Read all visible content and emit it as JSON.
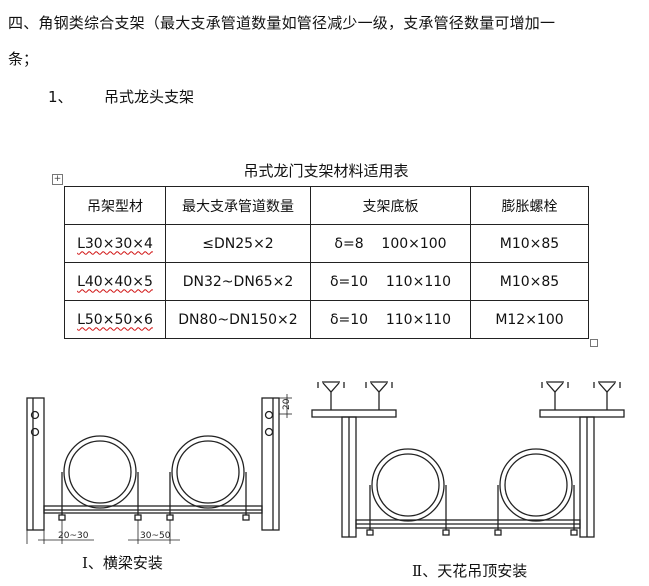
{
  "doc": {
    "line1": "四、角钢类综合支架（最大支承管道数量如管径减少一级，支承管径数量可增加一",
    "line2": "条；",
    "heading_num": "1、",
    "heading_text": "吊式龙头支架",
    "table_caption": "吊式龙门支架材料适用表"
  },
  "table": {
    "headers": [
      "吊架型材",
      "最大支承管道数量",
      "支架底板",
      "膨胀螺栓"
    ],
    "rows": [
      [
        "L30×30×4",
        "≤DN25×2",
        "δ=8    100×100",
        "M10×85"
      ],
      [
        "L40×40×5",
        "DN32~DN65×2",
        "δ=10    110×110",
        "M10×85"
      ],
      [
        "L50×50×6",
        "DN80~DN150×2",
        "δ=10    110×110",
        "M12×100"
      ]
    ]
  },
  "figure": {
    "dim_top": "20",
    "dim_left": "20~30",
    "dim_mid": "30~50",
    "caption_left": "Ⅰ、横梁安装",
    "caption_right": "Ⅱ、天花吊顶安装"
  }
}
